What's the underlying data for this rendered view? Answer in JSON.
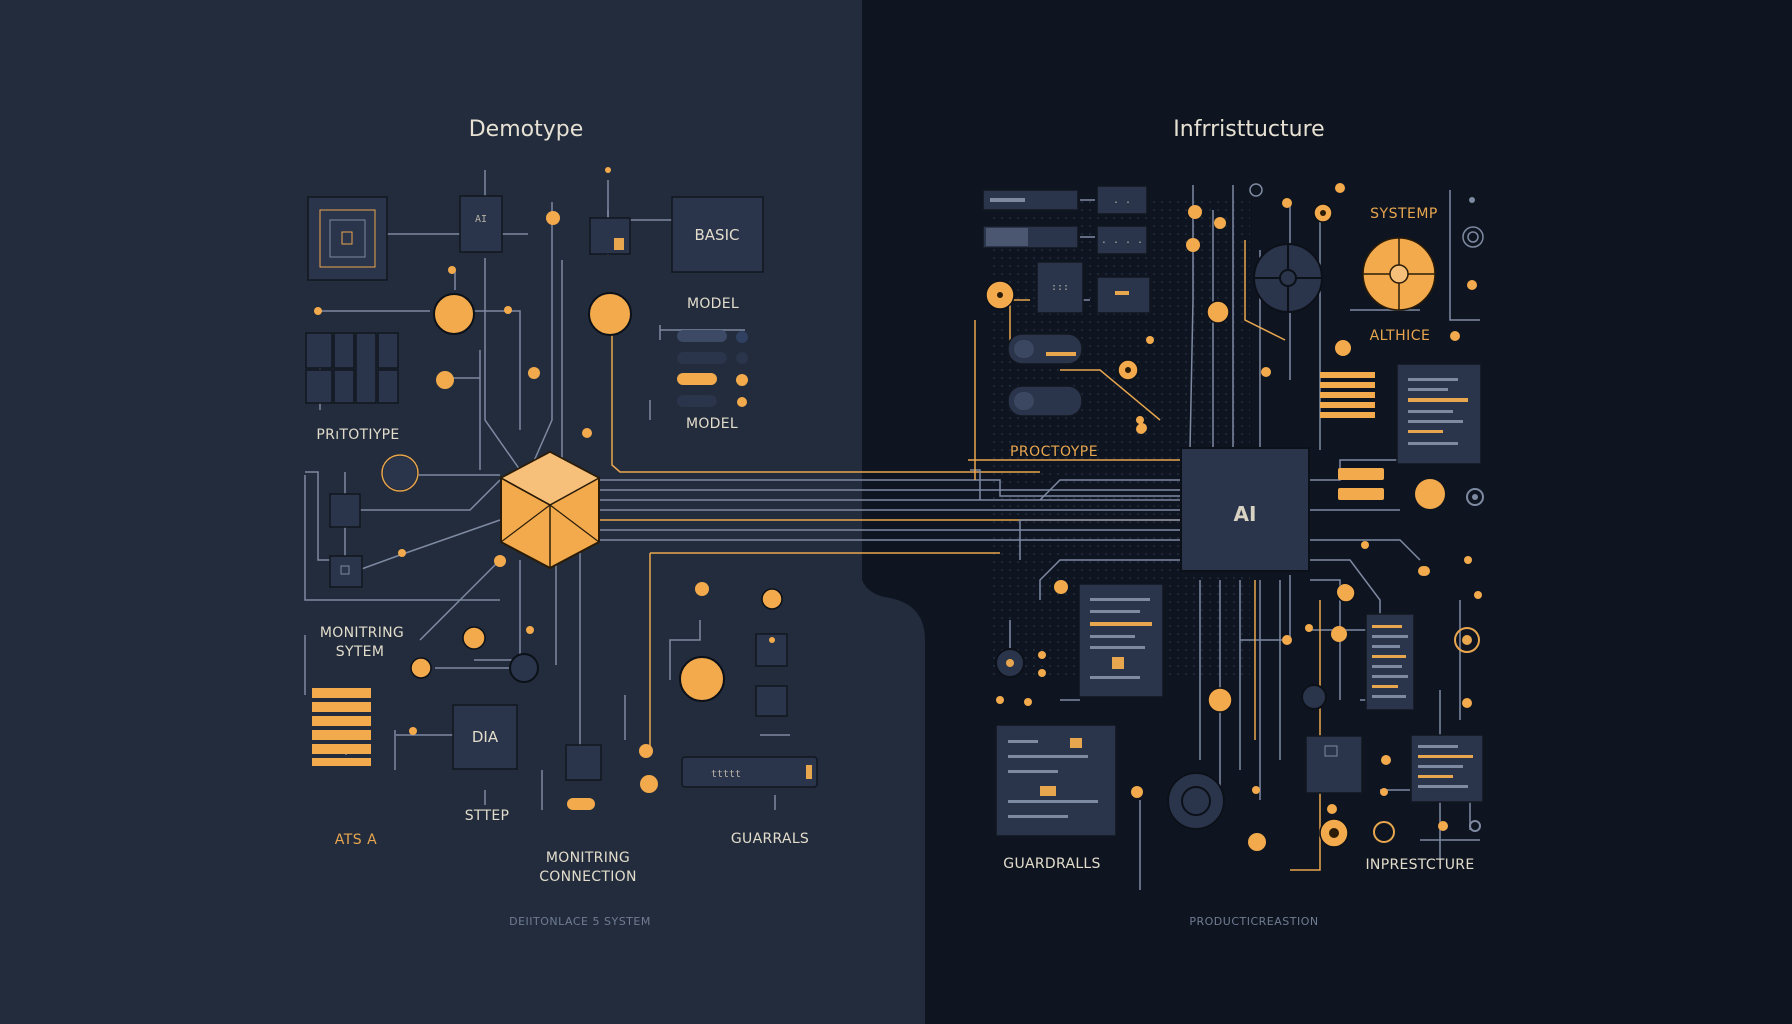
{
  "left_panel": {
    "title": "Demotype",
    "labels": {
      "ai_chip": "AI",
      "basic": "BASIC",
      "model_1": "MODEL",
      "model_2": "MODEL",
      "prototype": "PRıTOTIYPE",
      "monitoring_system_1": "MONITRING",
      "monitoring_system_2": "SYTEM",
      "dia": "DIA",
      "step": "STTEP",
      "ats": "ATS A",
      "monitoring_connection_1": "MONITRING",
      "monitoring_connection_2": "CONNECTION",
      "guardrails": "GUARRALS",
      "device_chip": "ttttt",
      "footer": "DEIITONLACE 5 SYSTEM"
    }
  },
  "right_panel": {
    "title": "Infrristtucture",
    "labels": {
      "ai_core": "AI",
      "systemp": "SYSTEMP",
      "althice": "ALTHICE",
      "proctoype": "PROCTOYPE",
      "guardrails": "GUARDRALLS",
      "infrastructure": "INPRESTCTURE",
      "footer": "PRODUCTICREASTION"
    }
  },
  "colors": {
    "left_bg": "#222c3d",
    "right_bg": "#0f1520",
    "accent": "#f2aa4c",
    "box": "#2a344a",
    "wire": "#7e8aa2"
  }
}
